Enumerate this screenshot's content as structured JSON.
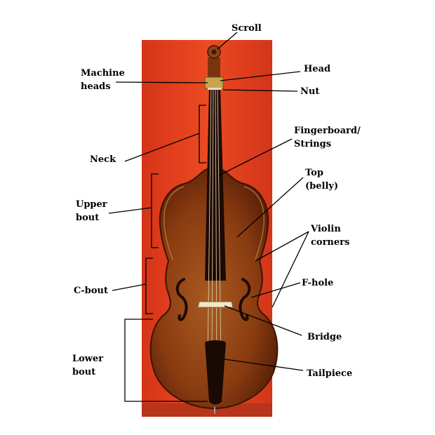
{
  "labels": {
    "scroll": "Scroll",
    "machine_heads": [
      "Machine",
      "heads"
    ],
    "head": "Head",
    "nut": "Nut",
    "neck": "Neck",
    "fingerboard": [
      "Fingerboard/",
      "Strings"
    ],
    "top": [
      "Top",
      "(belly)"
    ],
    "upper_bout": [
      "Upper",
      "bout"
    ],
    "violin_corners": [
      "Violin",
      "corners"
    ],
    "c_bout": "C-bout",
    "f_hole": "F-hole",
    "bridge": "Bridge",
    "lower_bout": [
      "Lower",
      "bout"
    ],
    "tailpiece": "Tailpiece"
  },
  "colors": {
    "backdrop": "#e2401e",
    "wood": "#8a3c11",
    "wood_dark": "#4e1a06",
    "fingerboard": "#1e0a04"
  }
}
